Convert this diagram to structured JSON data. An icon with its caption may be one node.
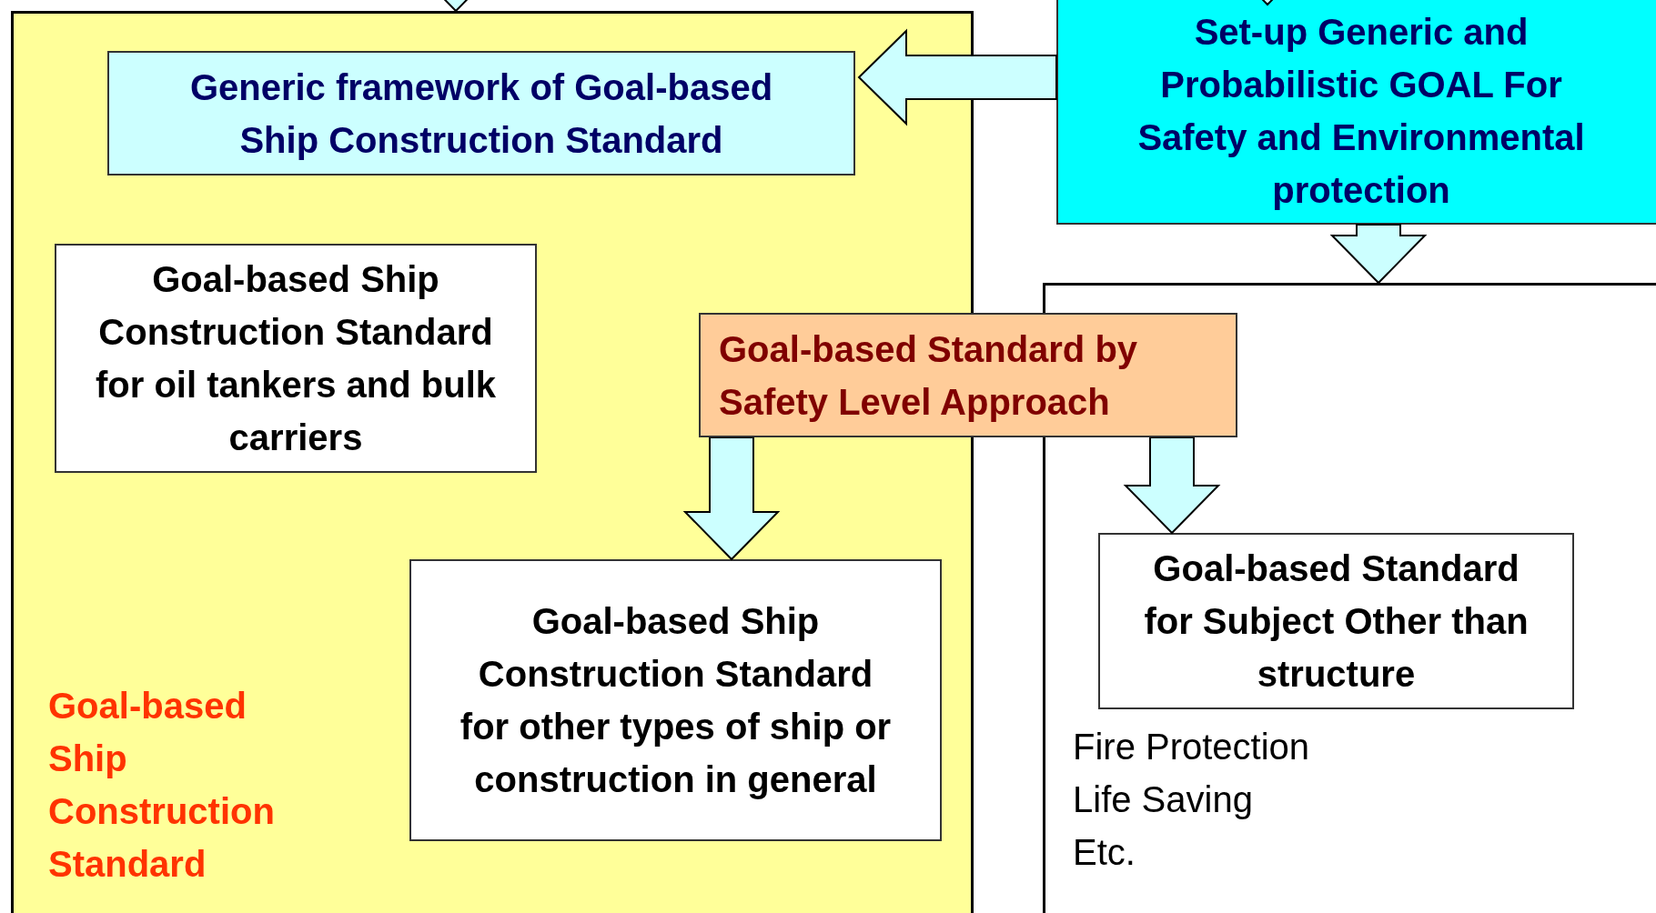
{
  "diagram": {
    "nodes": [
      {
        "text": [
          "Goal-based Ship Construction Standard"
        ]
      },
      {
        "text": [
          "Generic framework of Goal-based Ship Construction Standard"
        ],
        "in": 0
      },
      {
        "text": [
          "Goal-based Ship Construction Standard for oil tankers and bulk carriers"
        ],
        "in": 0
      },
      {
        "text": [
          "Goal-based Ship Construction Standard for other types of ship or construction in general"
        ],
        "in": 0
      },
      {
        "text": [
          "Set-up Generic and Probabilistic GOAL For Safety and Environmental protection"
        ]
      },
      {
        "text": [
          "Fire Protection",
          "Life Saving",
          "Etc."
        ]
      },
      {
        "text": [
          "Goal-based Standard for Subject Other than structure"
        ],
        "in": 5
      },
      {
        "text": [
          "Goal-based Standard by Safety Level Approach"
        ]
      }
    ],
    "edges": [
      {
        "from": null,
        "to": 0,
        "arrow": "to"
      },
      {
        "from": null,
        "to": 4,
        "arrow": "to"
      },
      {
        "from": 4,
        "to": 1,
        "arrow": "to"
      },
      {
        "from": 4,
        "to": 5,
        "arrow": "to"
      },
      {
        "from": 7,
        "to": 3,
        "arrow": "to"
      },
      {
        "from": 7,
        "to": 6,
        "arrow": "to"
      }
    ]
  }
}
